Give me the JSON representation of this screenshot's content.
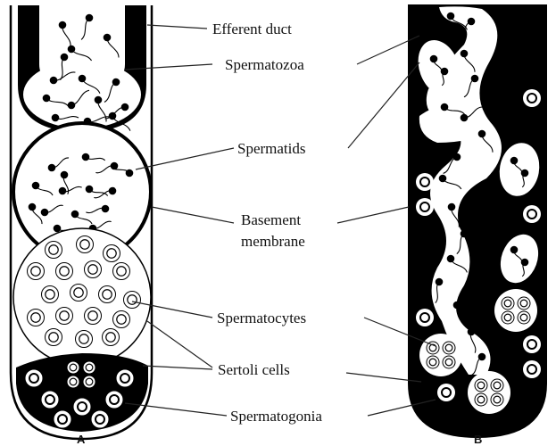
{
  "labels": {
    "efferent_duct": "Efferent duct",
    "spermatozoa": "Spermatozoa",
    "spermatids": "Spermatids",
    "basement_membrane_1": "Basement",
    "basement_membrane_2": "membrane",
    "spermatocytes": "Spermatocytes",
    "sertoli_cells": "Sertoli cells",
    "spermatogonia": "Spermatogonia"
  },
  "panels": {
    "a": "A",
    "b": "B"
  },
  "colors": {
    "ink": "#000000",
    "paper": "#ffffff",
    "text": "#111111"
  }
}
